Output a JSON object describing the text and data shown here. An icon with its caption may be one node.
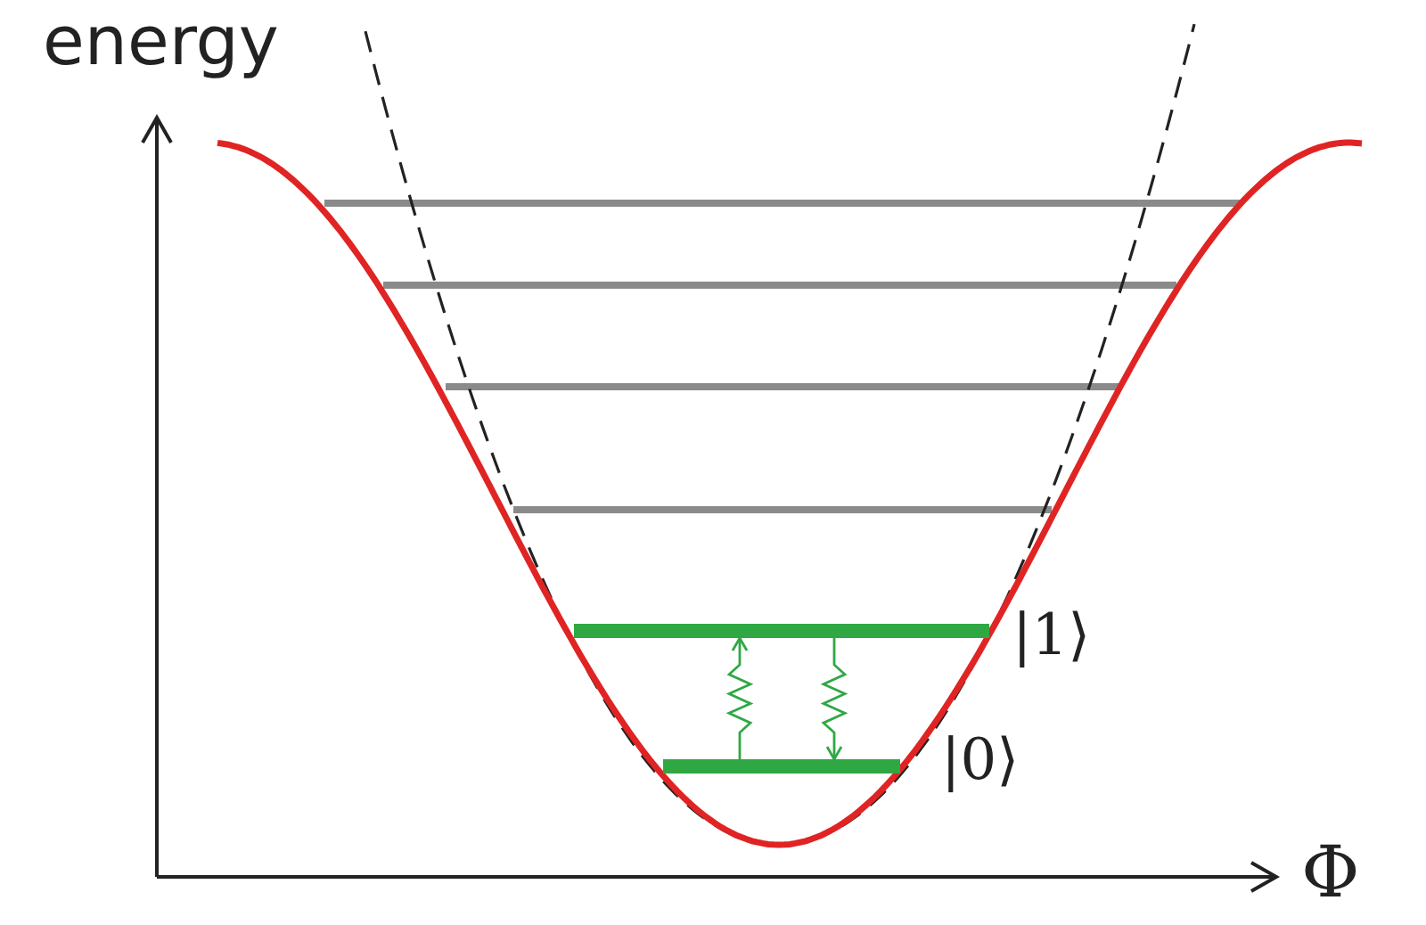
{
  "diagram": {
    "nodes": [
      {
        "text": [],
        "shape": "bar",
        "beside": [
          "|1⟩"
        ]
      },
      {
        "text": [],
        "shape": "bar",
        "beside": [
          "|0⟩"
        ]
      }
    ],
    "edges": [
      {
        "from": 1,
        "to": 0,
        "arrow": "to"
      },
      {
        "from": 0,
        "to": 1,
        "arrow": "to"
      }
    ],
    "labels": [
      "energy",
      "Φ"
    ]
  }
}
